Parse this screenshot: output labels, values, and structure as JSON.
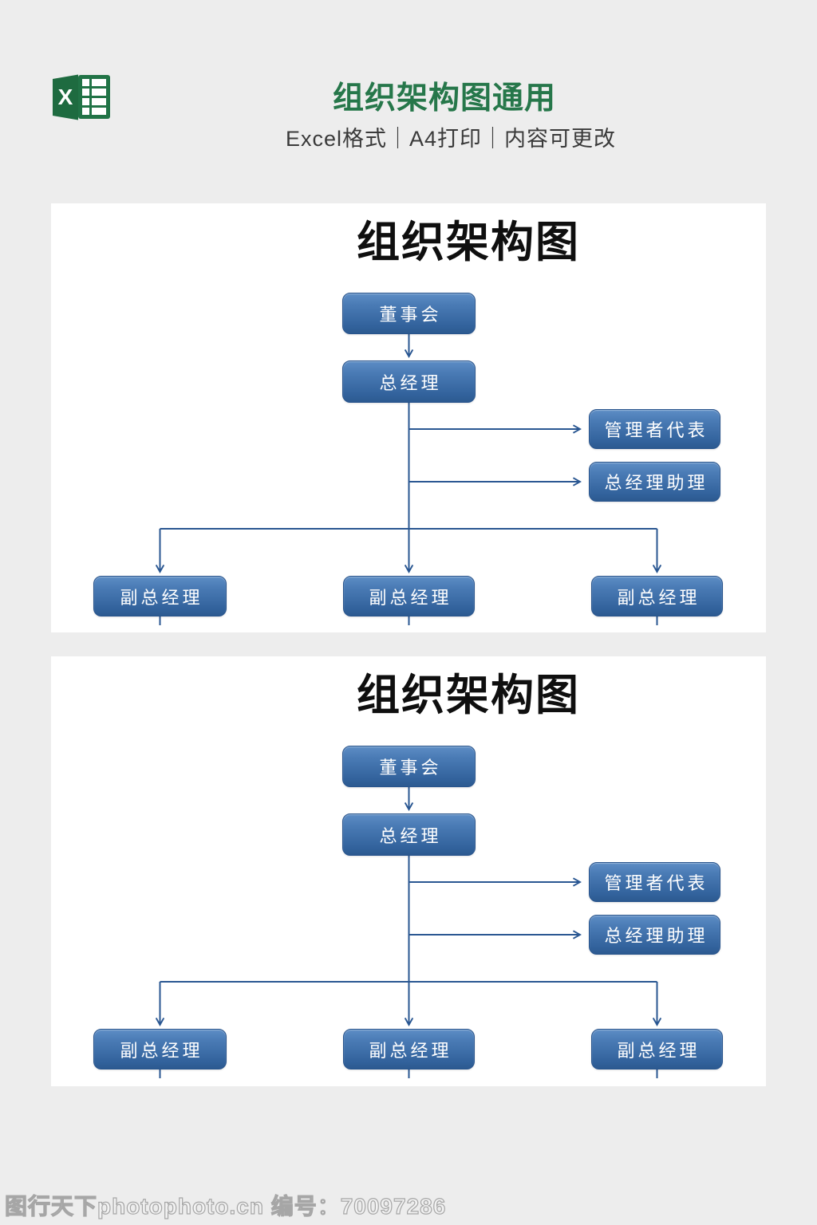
{
  "header": {
    "icon": "excel-icon",
    "icon_letter": "X",
    "title": "组织架构图通用",
    "subtitle": "Excel格式｜A4打印｜内容可更改"
  },
  "charts": [
    {
      "title": "组织架构图",
      "nodes": {
        "board": "董事会",
        "general_manager": "总经理",
        "management_rep": "管理者代表",
        "gm_assistant": "总经理助理",
        "deputies": [
          "副总经理",
          "副总经理",
          "副总经理"
        ]
      },
      "edges": [
        "董事会 → 总经理",
        "总经理 → 管理者代表",
        "总经理 → 总经理助理",
        "总经理 → 副总经理 (x3)"
      ]
    },
    {
      "title": "组织架构图",
      "nodes": {
        "board": "董事会",
        "general_manager": "总经理",
        "management_rep": "管理者代表",
        "gm_assistant": "总经理助理",
        "deputies": [
          "副总经理",
          "副总经理",
          "副总经理"
        ]
      },
      "edges": [
        "董事会 → 总经理",
        "总经理 → 管理者代表",
        "总经理 → 总经理助理",
        "总经理 → 副总经理 (x3)"
      ]
    }
  ],
  "watermark": {
    "text": "图行天下photophoto.cn 编号：70097286"
  },
  "colors": {
    "excel_green": "#217346",
    "excel_green_dark": "#1e6b40",
    "title_green": "#26774a",
    "node_gradient_top": "#5d8dc5",
    "node_gradient_bottom": "#2c5a90",
    "node_border": "#27538c",
    "connector": "#2a5792",
    "page_bg": "#ededed",
    "panel_bg": "#ffffff",
    "chart_title_color": "#0f0f0f"
  }
}
